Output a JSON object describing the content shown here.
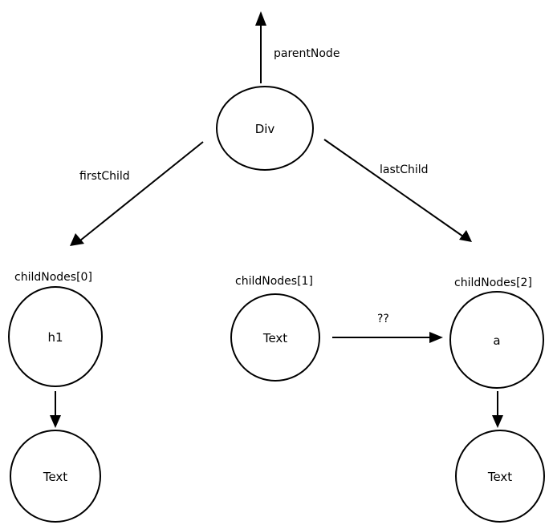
{
  "nodes": {
    "div": "Div",
    "h1": "h1",
    "text_mid": "Text",
    "a": "a",
    "h1_child": "Text",
    "a_child": "Text"
  },
  "edge_labels": {
    "parent": "parentNode",
    "first": "firstChild",
    "last": "lastChild",
    "unknown": "??"
  },
  "index_labels": {
    "child0": "childNodes[0]",
    "child1": "childNodes[1]",
    "child2": "childNodes[2]"
  }
}
